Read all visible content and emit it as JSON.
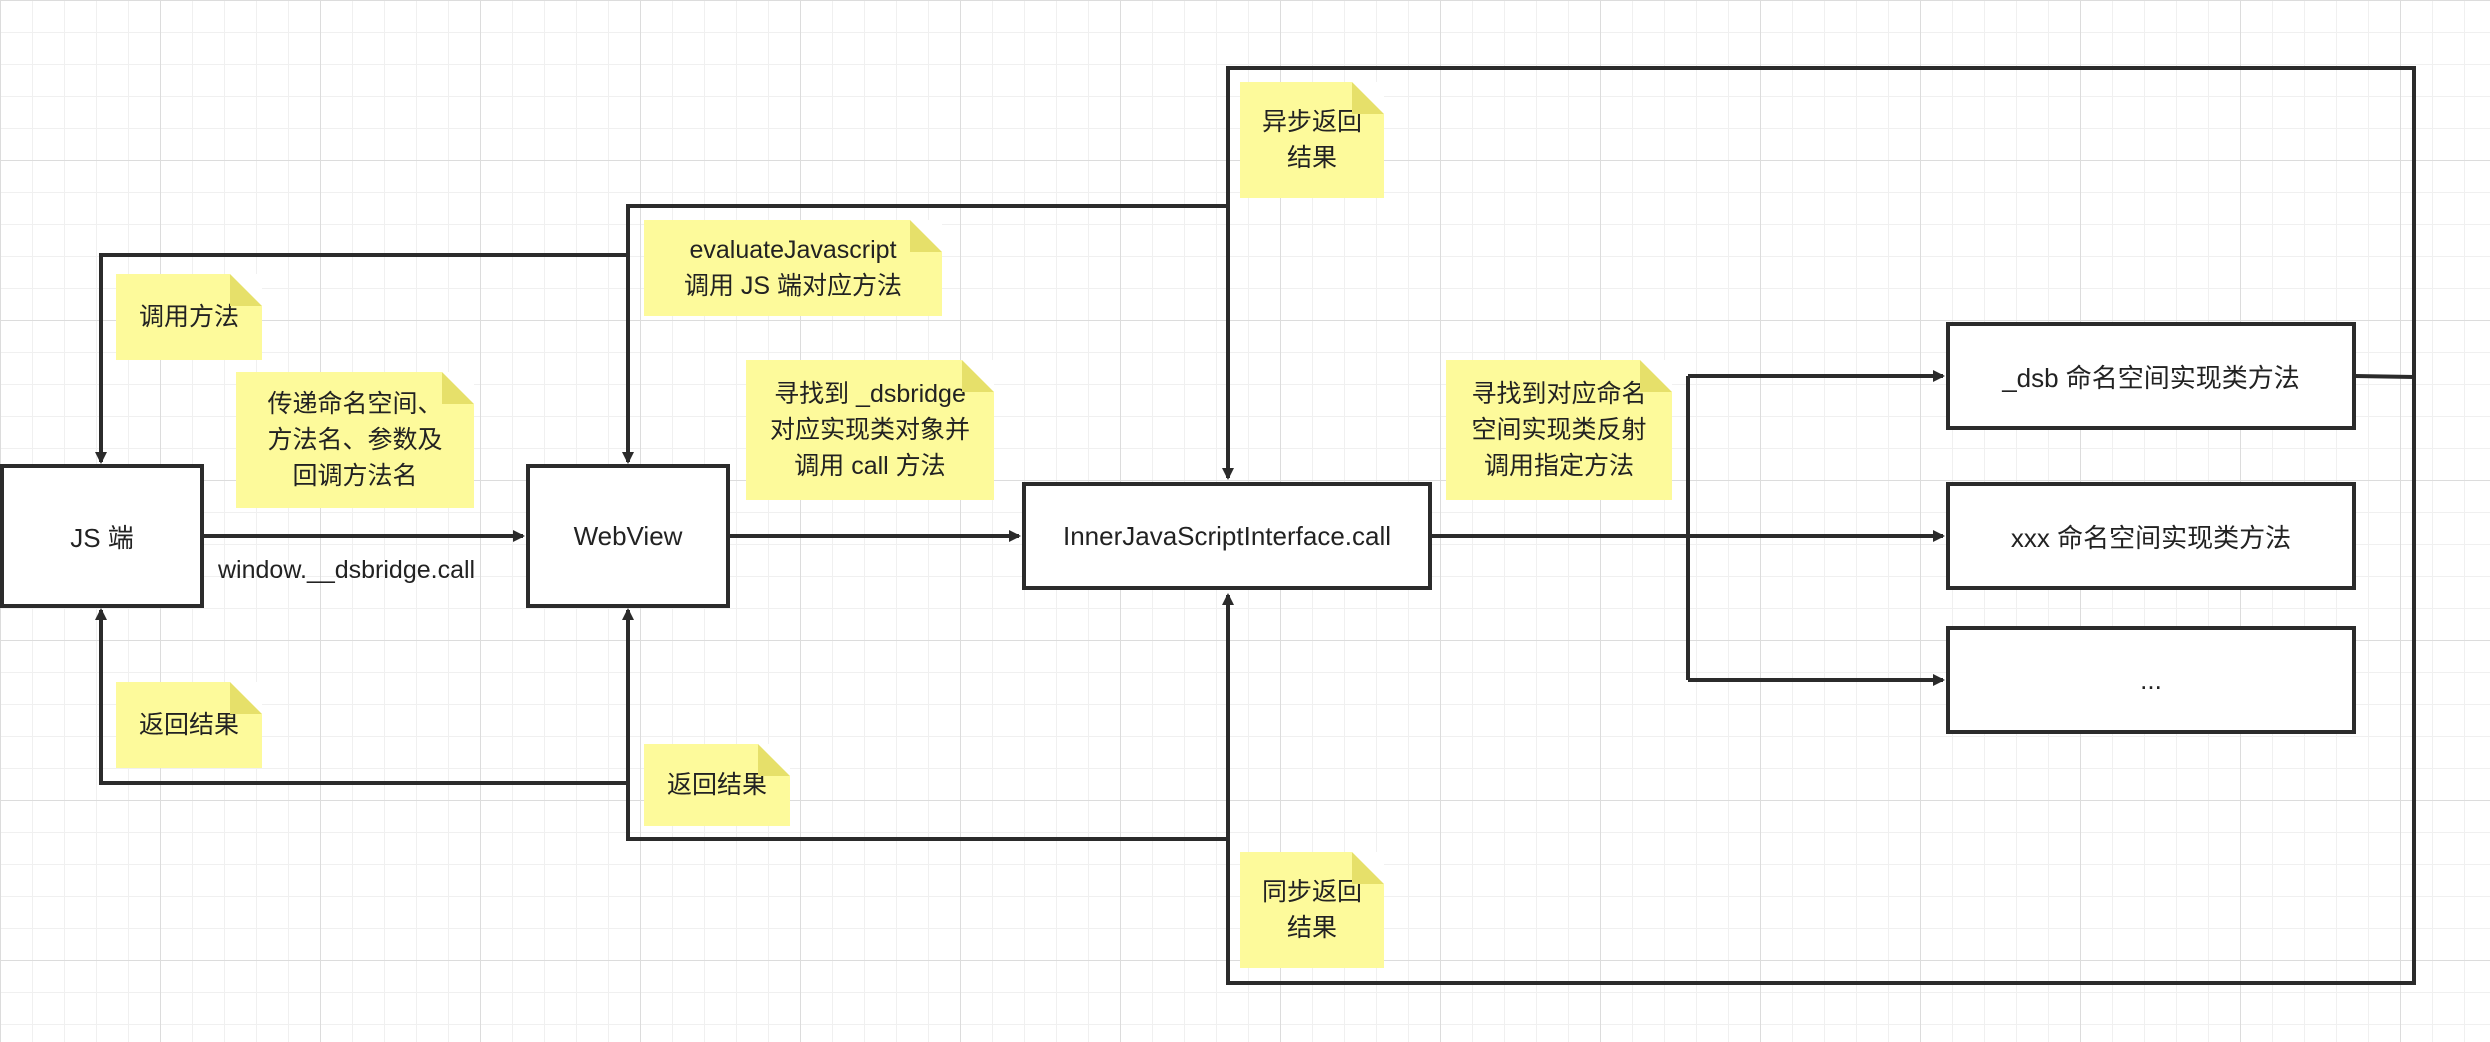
{
  "nodes": {
    "js": "JS 端",
    "webview": "WebView",
    "inner": "InnerJavaScriptInterface.call",
    "dsb": "_dsb 命名空间实现类方法",
    "xxx": "xxx 命名空间实现类方法",
    "more": "..."
  },
  "edge_labels": {
    "window_call": "window.__dsbridge.call"
  },
  "notes": {
    "call_method": "调用方法",
    "pass_params": "传递命名空间、\n方法名、参数及\n回调方法名",
    "evaluate_js": "evaluateJavascript\n调用 JS 端对应方法",
    "find_dsbridge": "寻找到 _dsbridge\n对应实现类对象并\n调用 call 方法",
    "async_return": "异步返回\n结果",
    "reflect_call": "寻找到对应命名\n空间实现类反射\n调用指定方法",
    "return_result_js": "返回结果",
    "return_result_wv": "返回结果",
    "sync_return": "同步返回\n结果"
  },
  "colors": {
    "note_bg": "#fdfa9b",
    "stroke": "#2b2b2b",
    "grid": "#dcdcdc"
  }
}
